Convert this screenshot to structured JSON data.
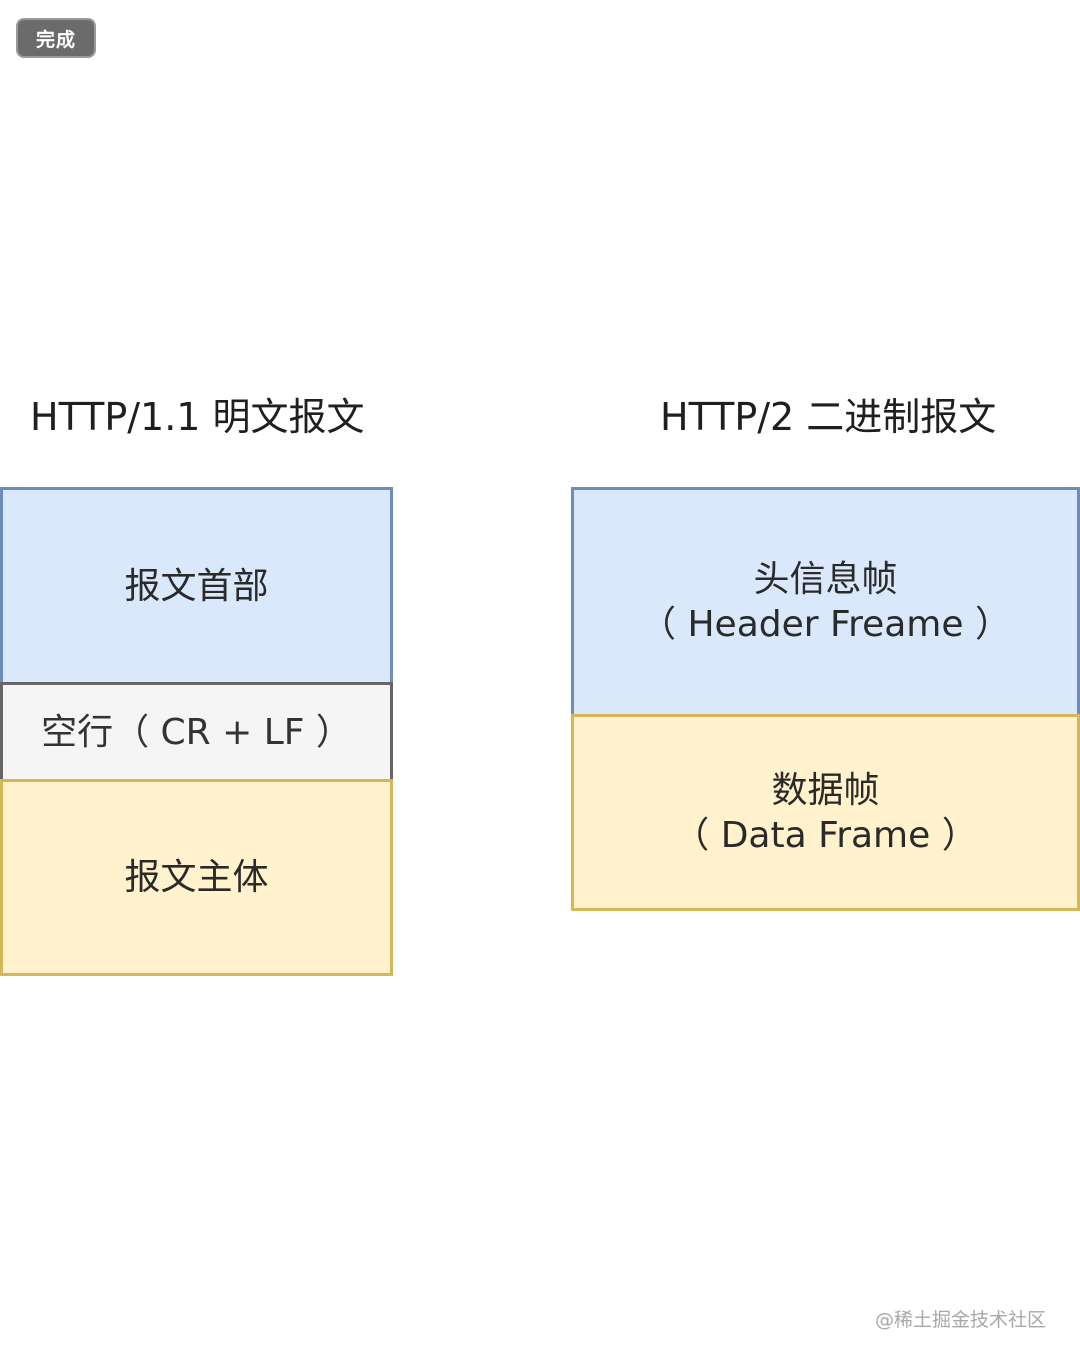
{
  "toolbar": {
    "done_label": "完成"
  },
  "left": {
    "title": "HTTP/1.1 明文报文",
    "header_label": "报文首部",
    "blank_line_label": "空行（ CR + LF ）",
    "body_label": "报文主体"
  },
  "right": {
    "title": "HTTP/2 二进制报文",
    "header_frame_line1": "头信息帧",
    "header_frame_line2": "（ Header Freame ）",
    "data_frame_line1": "数据帧",
    "data_frame_line2": "（ Data Frame ）"
  },
  "watermark": "@稀土掘金技术社区",
  "colors": {
    "blue_fill": "#dae8fc",
    "blue_stroke": "#6c8ebf",
    "gray_fill": "#f5f5f5",
    "gray_stroke": "#666666",
    "yellow_fill": "#fff2cc",
    "yellow_stroke": "#d6b656"
  }
}
